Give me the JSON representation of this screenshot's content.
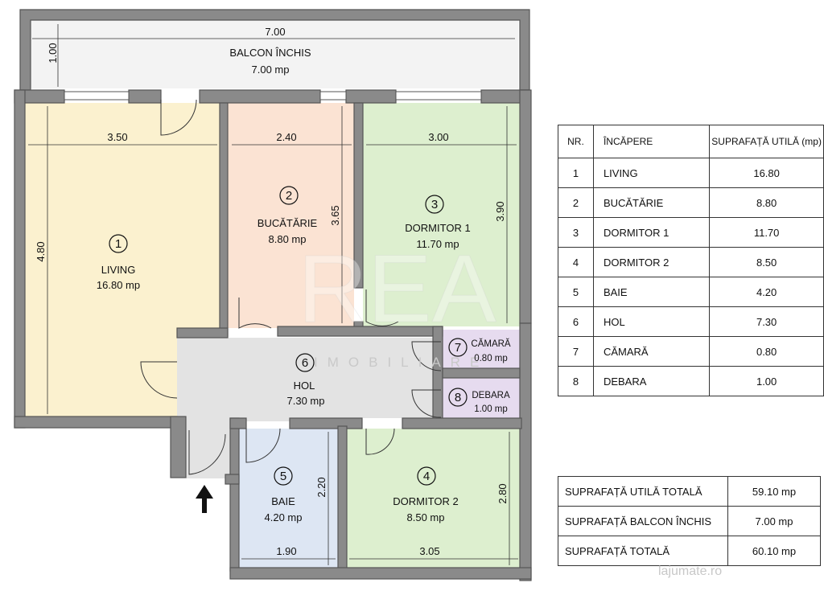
{
  "balcony": {
    "name": "BALCON ÎNCHIS",
    "area": "7.00 mp",
    "dim_width": "7.00",
    "dim_depth": "1.00"
  },
  "rooms": [
    {
      "nr": "1",
      "name": "LIVING",
      "area": "16.80 mp",
      "dim_h": "3.50",
      "dim_v": "4.80"
    },
    {
      "nr": "2",
      "name": "BUCĂTĂRIE",
      "area": "8.80 mp",
      "dim_h": "2.40",
      "dim_v": "3.65"
    },
    {
      "nr": "3",
      "name": "DORMITOR 1",
      "area": "11.70 mp",
      "dim_h": "3.00",
      "dim_v": "3.90"
    },
    {
      "nr": "4",
      "name": "DORMITOR 2",
      "area": "8.50 mp",
      "dim_h": "3.05",
      "dim_v": "2.80"
    },
    {
      "nr": "5",
      "name": "BAIE",
      "area": "4.20 mp",
      "dim_h": "1.90",
      "dim_v": "2.20"
    },
    {
      "nr": "6",
      "name": "HOL",
      "area": "7.30 mp"
    },
    {
      "nr": "7",
      "name": "CĂMARĂ",
      "area": "0.80 mp"
    },
    {
      "nr": "8",
      "name": "DEBARA",
      "area": "1.00 mp"
    }
  ],
  "watermark_plan": {
    "big": "REA",
    "small": "IMOBILIARE"
  },
  "colors": {
    "living": "#fbf1cf",
    "kitchen": "#fbe3d3",
    "bedroom": "#ddefcf",
    "bath": "#dde6f3",
    "hall": "#e3e3e3",
    "storage": "#e6dbef",
    "wall": "#8a8a8a"
  },
  "table": {
    "headers": [
      "NR.",
      "ÎNCĂPERE",
      "SUPRAFAȚĂ UTILĂ (mp)"
    ],
    "rows": [
      {
        "nr": "1",
        "name": "LIVING",
        "area": "16.80"
      },
      {
        "nr": "2",
        "name": "BUCĂTĂRIE",
        "area": "8.80"
      },
      {
        "nr": "3",
        "name": "DORMITOR 1",
        "area": "11.70"
      },
      {
        "nr": "4",
        "name": "DORMITOR 2",
        "area": "8.50"
      },
      {
        "nr": "5",
        "name": "BAIE",
        "area": "4.20"
      },
      {
        "nr": "6",
        "name": "HOL",
        "area": "7.30"
      },
      {
        "nr": "7",
        "name": "CĂMARĂ",
        "area": "0.80"
      },
      {
        "nr": "8",
        "name": "DEBARA",
        "area": "1.00"
      }
    ]
  },
  "totals": [
    {
      "label": "SUPRAFAȚĂ UTILĂ TOTALĂ",
      "value": "59.10 mp"
    },
    {
      "label": "SUPRAFAȚĂ BALCON ÎNCHIS",
      "value": "7.00 mp"
    },
    {
      "label": "SUPRAFAȚĂ TOTALĂ",
      "value": "60.10 mp"
    }
  ],
  "site_watermark": "lajumate.ro"
}
